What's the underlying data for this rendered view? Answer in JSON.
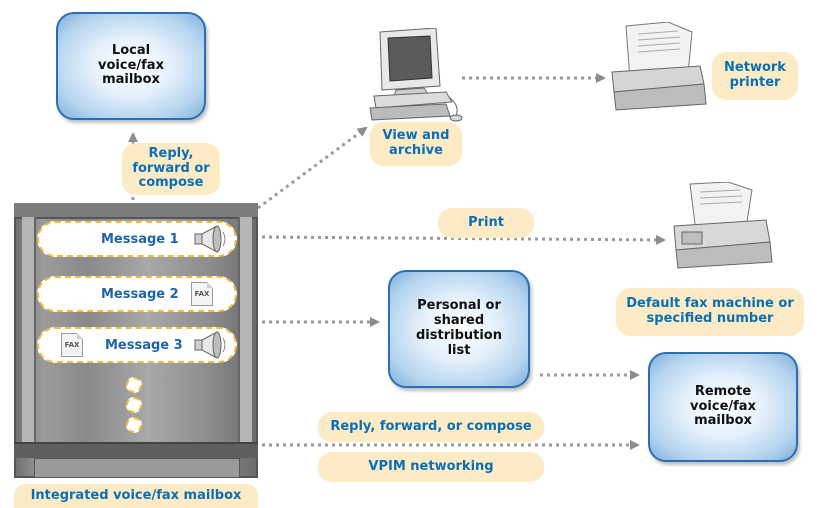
{
  "local_mailbox": "Local voice/fax mailbox",
  "reply_forward_compose_1": "Reply, forward or compose",
  "view_and_archive": "View and archive",
  "network_printer": "Network printer",
  "print": "Print",
  "default_fax": "Default fax machine or specified number",
  "distribution_list": "Personal or shared distribution list",
  "remote_mailbox": "Remote voice/fax mailbox",
  "reply_forward_compose_2": "Reply, forward, or compose",
  "vpim": "VPIM networking",
  "integrated_mailbox": "Integrated voice/fax mailbox",
  "messages": [
    "Message 1",
    "Message 2",
    "Message 3"
  ],
  "fax_label": "FAX",
  "colors": {
    "accent": "#0a6fb5",
    "pill_bg": "#fcebc4",
    "dash": "#f2bd3a",
    "arrow": "#8c8c8c"
  }
}
